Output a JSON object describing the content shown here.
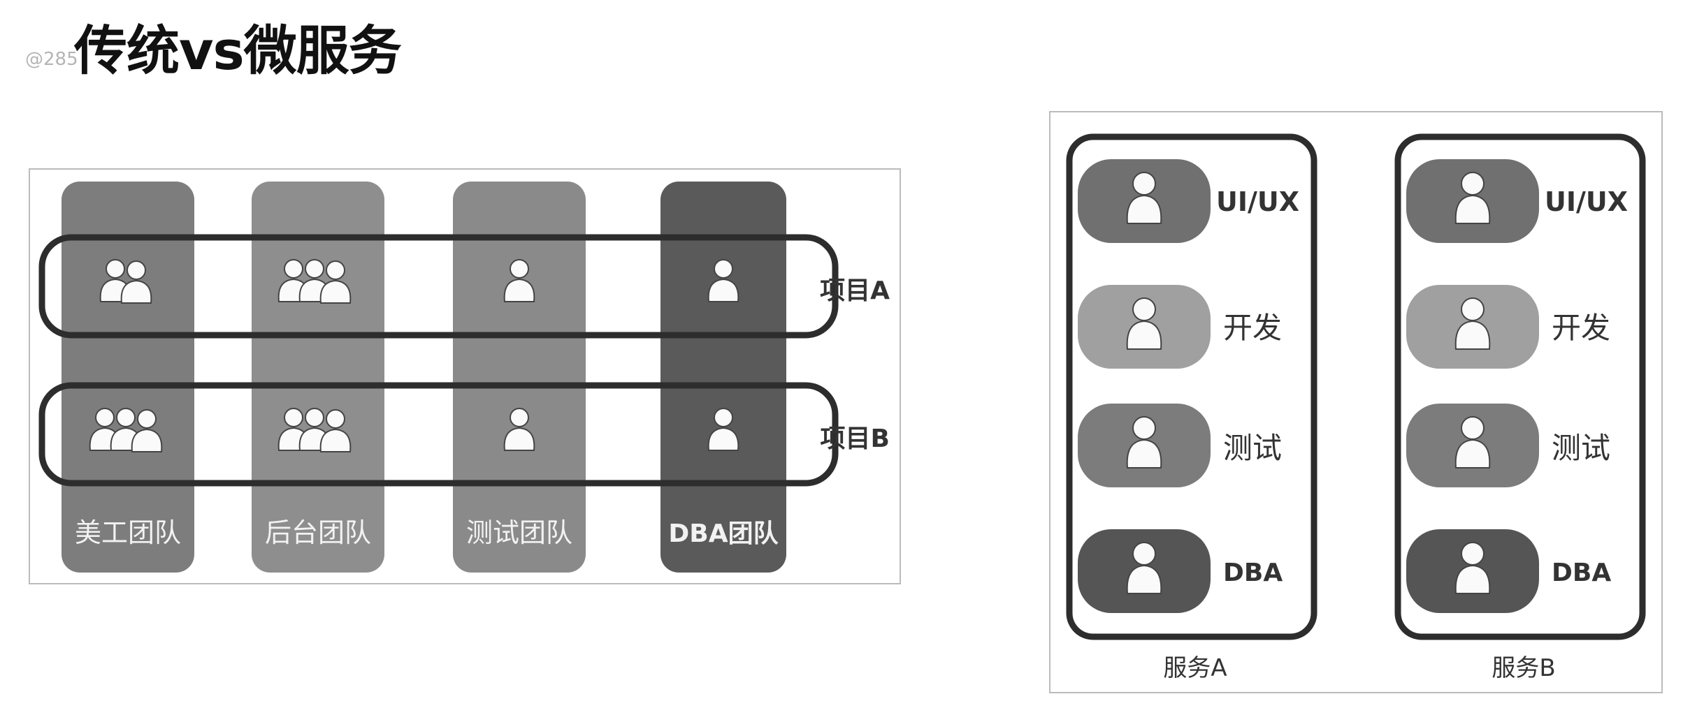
{
  "page": {
    "title": "传统vs微服务",
    "watermark": "@285"
  },
  "traditional": {
    "teams": [
      {
        "label": "美工团队",
        "color": "#7d7d7d",
        "project_a_people": 2,
        "project_b_people": 3
      },
      {
        "label": "后台团队",
        "color": "#8e8e8e",
        "project_a_people": 3,
        "project_b_people": 3
      },
      {
        "label": "测试团队",
        "color": "#8a8a8a",
        "project_a_people": 1,
        "project_b_people": 1
      },
      {
        "label": "DBA团队",
        "color": "#5a5a5a",
        "project_a_people": 1,
        "project_b_people": 1
      }
    ],
    "projects": [
      "项目A",
      "项目B"
    ]
  },
  "microservices": {
    "services": [
      {
        "label": "服务A",
        "roles": [
          {
            "label": "UI/UX",
            "color": "#707070"
          },
          {
            "label": "开发",
            "color": "#a0a0a0"
          },
          {
            "label": "测试",
            "color": "#7c7c7c"
          },
          {
            "label": "DBA",
            "color": "#555555"
          }
        ]
      },
      {
        "label": "服务B",
        "roles": [
          {
            "label": "UI/UX",
            "color": "#707070"
          },
          {
            "label": "开发",
            "color": "#a0a0a0"
          },
          {
            "label": "测试",
            "color": "#7c7c7c"
          },
          {
            "label": "DBA",
            "color": "#555555"
          }
        ]
      }
    ]
  }
}
